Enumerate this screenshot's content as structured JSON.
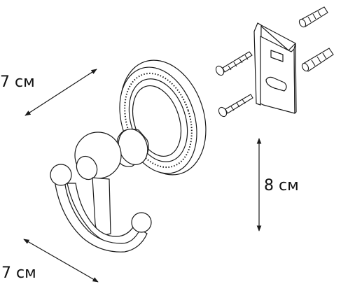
{
  "dimensions": {
    "depth": "7 см",
    "height": "8 см",
    "width": "7 см"
  },
  "colors": {
    "line": "#1a1a1a",
    "fill": "#ffffff"
  }
}
